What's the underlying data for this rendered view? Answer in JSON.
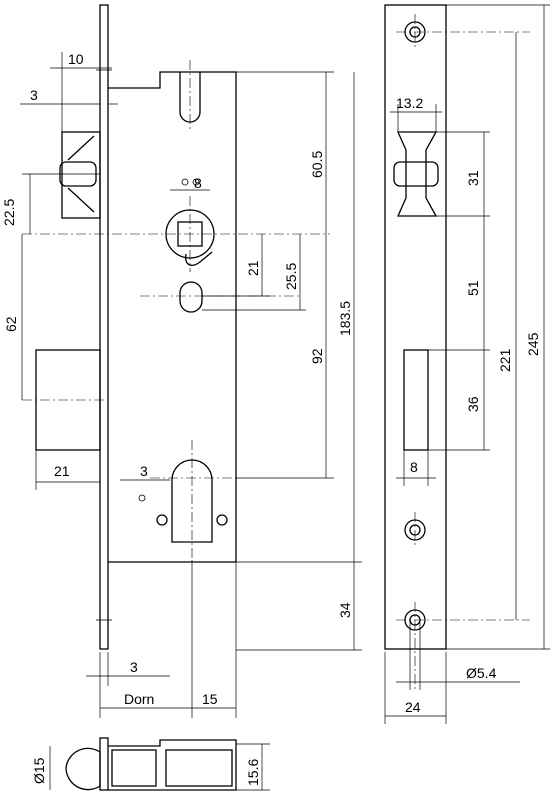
{
  "title": "",
  "dims": {
    "side_10": "10",
    "side_3_top": "3",
    "latch_22_5": "22.5",
    "follower_8": "8",
    "follower_60_5": "60.5",
    "v_21": "21",
    "v_25_5": "25.5",
    "v_62": "62",
    "v_92": "92",
    "v_183_5": "183.5",
    "bolt_21": "21",
    "cyl_3": "3",
    "v_34": "34",
    "faceplate_3": "3",
    "dorn": "Dorn",
    "h_15": "15",
    "dia_15": "Ø15",
    "h_15_6": "15.6",
    "strike_13_2": "13.2",
    "strike_31": "31",
    "strike_51": "51",
    "strike_221": "221",
    "strike_245": "245",
    "strike_36": "36",
    "strike_8": "8",
    "strike_dia_5_4": "Ø5.4",
    "strike_24": "24"
  }
}
